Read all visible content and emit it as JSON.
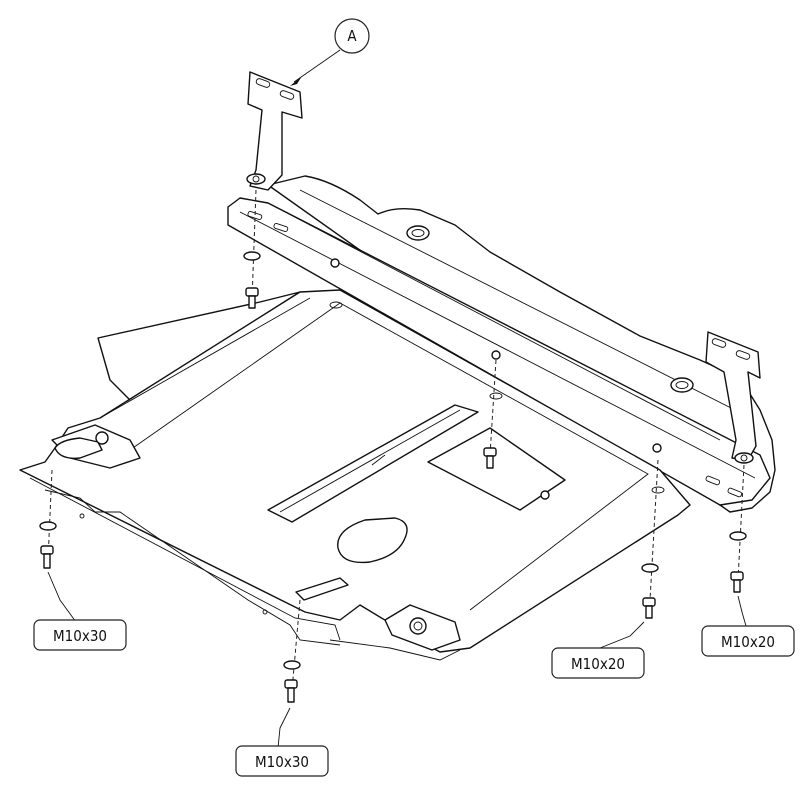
{
  "callouts": {
    "detail_marker": "A",
    "bolt_left": "M10x30",
    "bolt_bottom": "M10x30",
    "bolt_center_right": "M10x20",
    "bolt_far_right": "M10x20"
  },
  "colors": {
    "line": "#111111",
    "background": "#ffffff"
  },
  "icons": [
    "bolt-icon",
    "washer-icon",
    "mounting-bracket",
    "skid-plate"
  ]
}
